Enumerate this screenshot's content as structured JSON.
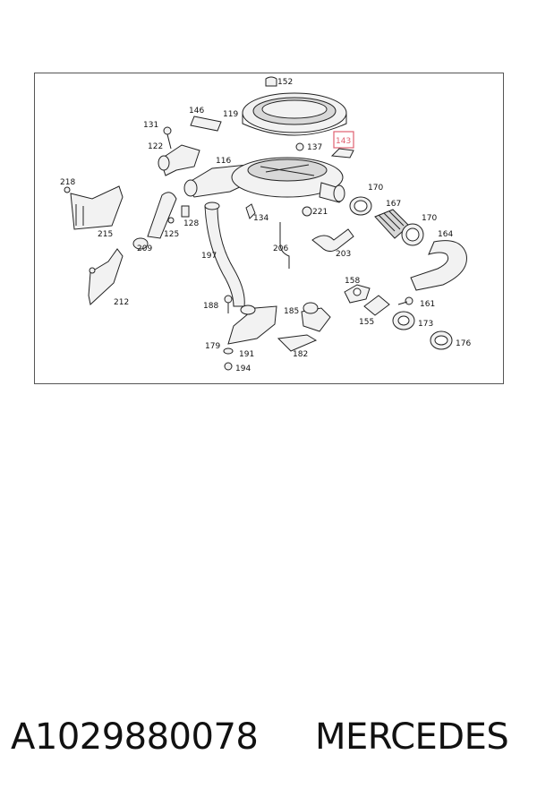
{
  "diagram": {
    "labels": {
      "l152": "152",
      "l146": "146",
      "l119": "119",
      "l131": "131",
      "l143": "143",
      "l122": "122",
      "l137": "137",
      "l116": "116",
      "l218": "218",
      "l170a": "170",
      "l167": "167",
      "l170b": "170",
      "l164": "164",
      "l221": "221",
      "l134": "134",
      "l128": "128",
      "l125": "125",
      "l215": "215",
      "l209": "209",
      "l206": "206",
      "l203": "203",
      "l197": "197",
      "l158": "158",
      "l161": "161",
      "l155": "155",
      "l173": "173",
      "l212": "212",
      "l188": "188",
      "l185": "185",
      "l179": "179",
      "l191": "191",
      "l182": "182",
      "l176": "176",
      "l194": "194"
    },
    "highlight_color": "#e06070"
  },
  "caption": {
    "part_number": "A1029880078",
    "brand": "MERCEDES"
  }
}
